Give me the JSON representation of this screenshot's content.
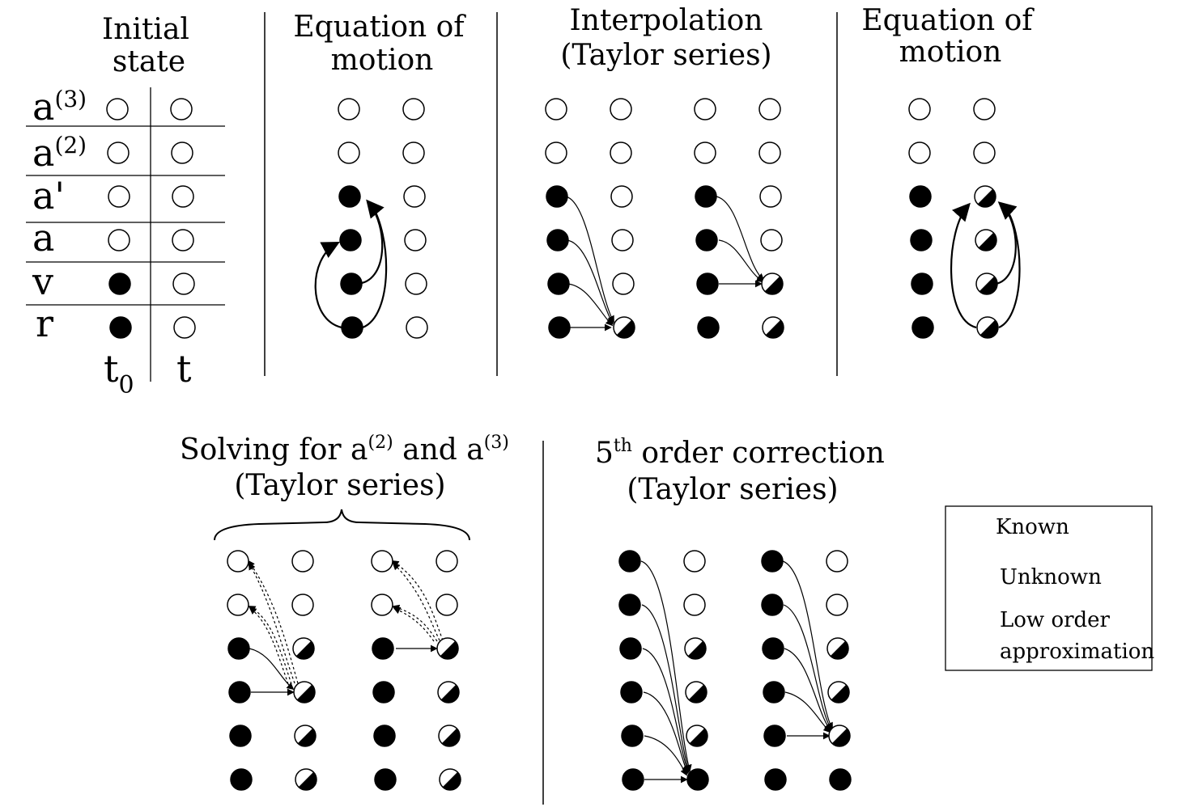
{
  "initial_state": {
    "title_lines": [
      "Initial",
      "state"
    ],
    "rows": [
      {
        "base": "a",
        "sup": "(3)"
      },
      {
        "base": "a",
        "sup": "(2)"
      },
      {
        "base": "a'",
        "sup": ""
      },
      {
        "base": "a",
        "sup": ""
      },
      {
        "base": "v",
        "sup": ""
      },
      {
        "base": "r",
        "sup": ""
      }
    ],
    "col_t0": {
      "base": "t",
      "sub": "0"
    },
    "col_t": "t"
  },
  "panels": {
    "eom1": {
      "title_lines": [
        "Equation of",
        "motion"
      ]
    },
    "interp": {
      "title_lines": [
        "Interpolation",
        "(Taylor series)"
      ]
    },
    "eom2": {
      "title_lines": [
        "Equation of",
        "motion"
      ]
    },
    "solving": {
      "title_line1": {
        "pre": "Solving for a",
        "sup1": "(2)",
        "mid": " and a",
        "sup2": "(3)"
      },
      "title_line2": "(Taylor series)"
    },
    "fifth": {
      "title_line1": {
        "sup_pre": "5",
        "sup": "th",
        "rest": " order correction"
      },
      "title_line2": "(Taylor series)"
    }
  },
  "legend": {
    "items": [
      {
        "state": "known",
        "label": "Known"
      },
      {
        "state": "unknown",
        "label": "Unknown"
      },
      {
        "state": "approx",
        "label_lines": [
          "Low order",
          "approximation"
        ]
      }
    ]
  }
}
